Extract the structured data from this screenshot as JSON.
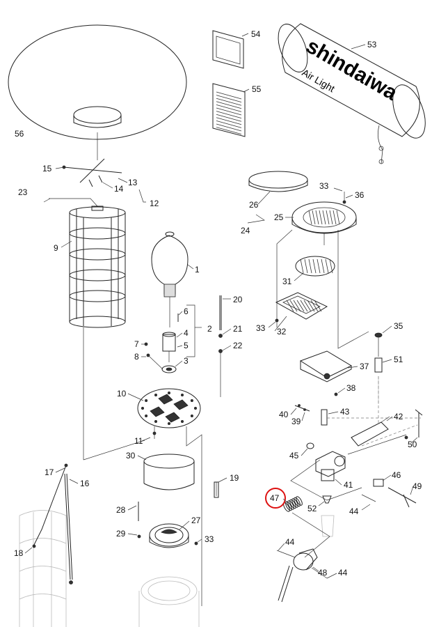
{
  "diagram": {
    "bag_brand": "shindaiwa",
    "bag_model": "Air Light",
    "highlighted_part": "47",
    "callouts": [
      {
        "id": "c56",
        "label": "56"
      },
      {
        "id": "c54",
        "label": "54"
      },
      {
        "id": "c55",
        "label": "55"
      },
      {
        "id": "c53",
        "label": "53"
      },
      {
        "id": "c15",
        "label": "15"
      },
      {
        "id": "c13",
        "label": "13"
      },
      {
        "id": "c14",
        "label": "14"
      },
      {
        "id": "c12",
        "label": "12"
      },
      {
        "id": "c23",
        "label": "23"
      },
      {
        "id": "c9",
        "label": "9"
      },
      {
        "id": "c1",
        "label": "1"
      },
      {
        "id": "c20",
        "label": "20"
      },
      {
        "id": "c6",
        "label": "6"
      },
      {
        "id": "c4",
        "label": "4"
      },
      {
        "id": "c2",
        "label": "2"
      },
      {
        "id": "c5",
        "label": "5"
      },
      {
        "id": "c21",
        "label": "21"
      },
      {
        "id": "c22",
        "label": "22"
      },
      {
        "id": "c7",
        "label": "7"
      },
      {
        "id": "c8",
        "label": "8"
      },
      {
        "id": "c3",
        "label": "3"
      },
      {
        "id": "c10",
        "label": "10"
      },
      {
        "id": "c11",
        "label": "11"
      },
      {
        "id": "c30",
        "label": "30"
      },
      {
        "id": "c19",
        "label": "19"
      },
      {
        "id": "c17",
        "label": "17"
      },
      {
        "id": "c16",
        "label": "16"
      },
      {
        "id": "c18",
        "label": "18"
      },
      {
        "id": "c28",
        "label": "28"
      },
      {
        "id": "c27",
        "label": "27"
      },
      {
        "id": "c29",
        "label": "29"
      },
      {
        "id": "c33c",
        "label": "33"
      },
      {
        "id": "c26",
        "label": "26"
      },
      {
        "id": "c24",
        "label": "24"
      },
      {
        "id": "c33a",
        "label": "33"
      },
      {
        "id": "c36",
        "label": "36"
      },
      {
        "id": "c25",
        "label": "25"
      },
      {
        "id": "c31",
        "label": "31"
      },
      {
        "id": "c33b",
        "label": "33"
      },
      {
        "id": "c32",
        "label": "32"
      },
      {
        "id": "c35",
        "label": "35"
      },
      {
        "id": "c51",
        "label": "51"
      },
      {
        "id": "c37",
        "label": "37"
      },
      {
        "id": "c38",
        "label": "38"
      },
      {
        "id": "c40",
        "label": "40"
      },
      {
        "id": "c39",
        "label": "39"
      },
      {
        "id": "c43",
        "label": "43"
      },
      {
        "id": "c42",
        "label": "42"
      },
      {
        "id": "c50",
        "label": "50"
      },
      {
        "id": "c45",
        "label": "45"
      },
      {
        "id": "c46",
        "label": "46"
      },
      {
        "id": "c41",
        "label": "41"
      },
      {
        "id": "c49",
        "label": "49"
      },
      {
        "id": "c47",
        "label": "47"
      },
      {
        "id": "c52",
        "label": "52"
      },
      {
        "id": "c44a",
        "label": "44"
      },
      {
        "id": "c44b",
        "label": "44"
      },
      {
        "id": "c48",
        "label": "48"
      },
      {
        "id": "c44c",
        "label": "44"
      }
    ]
  }
}
